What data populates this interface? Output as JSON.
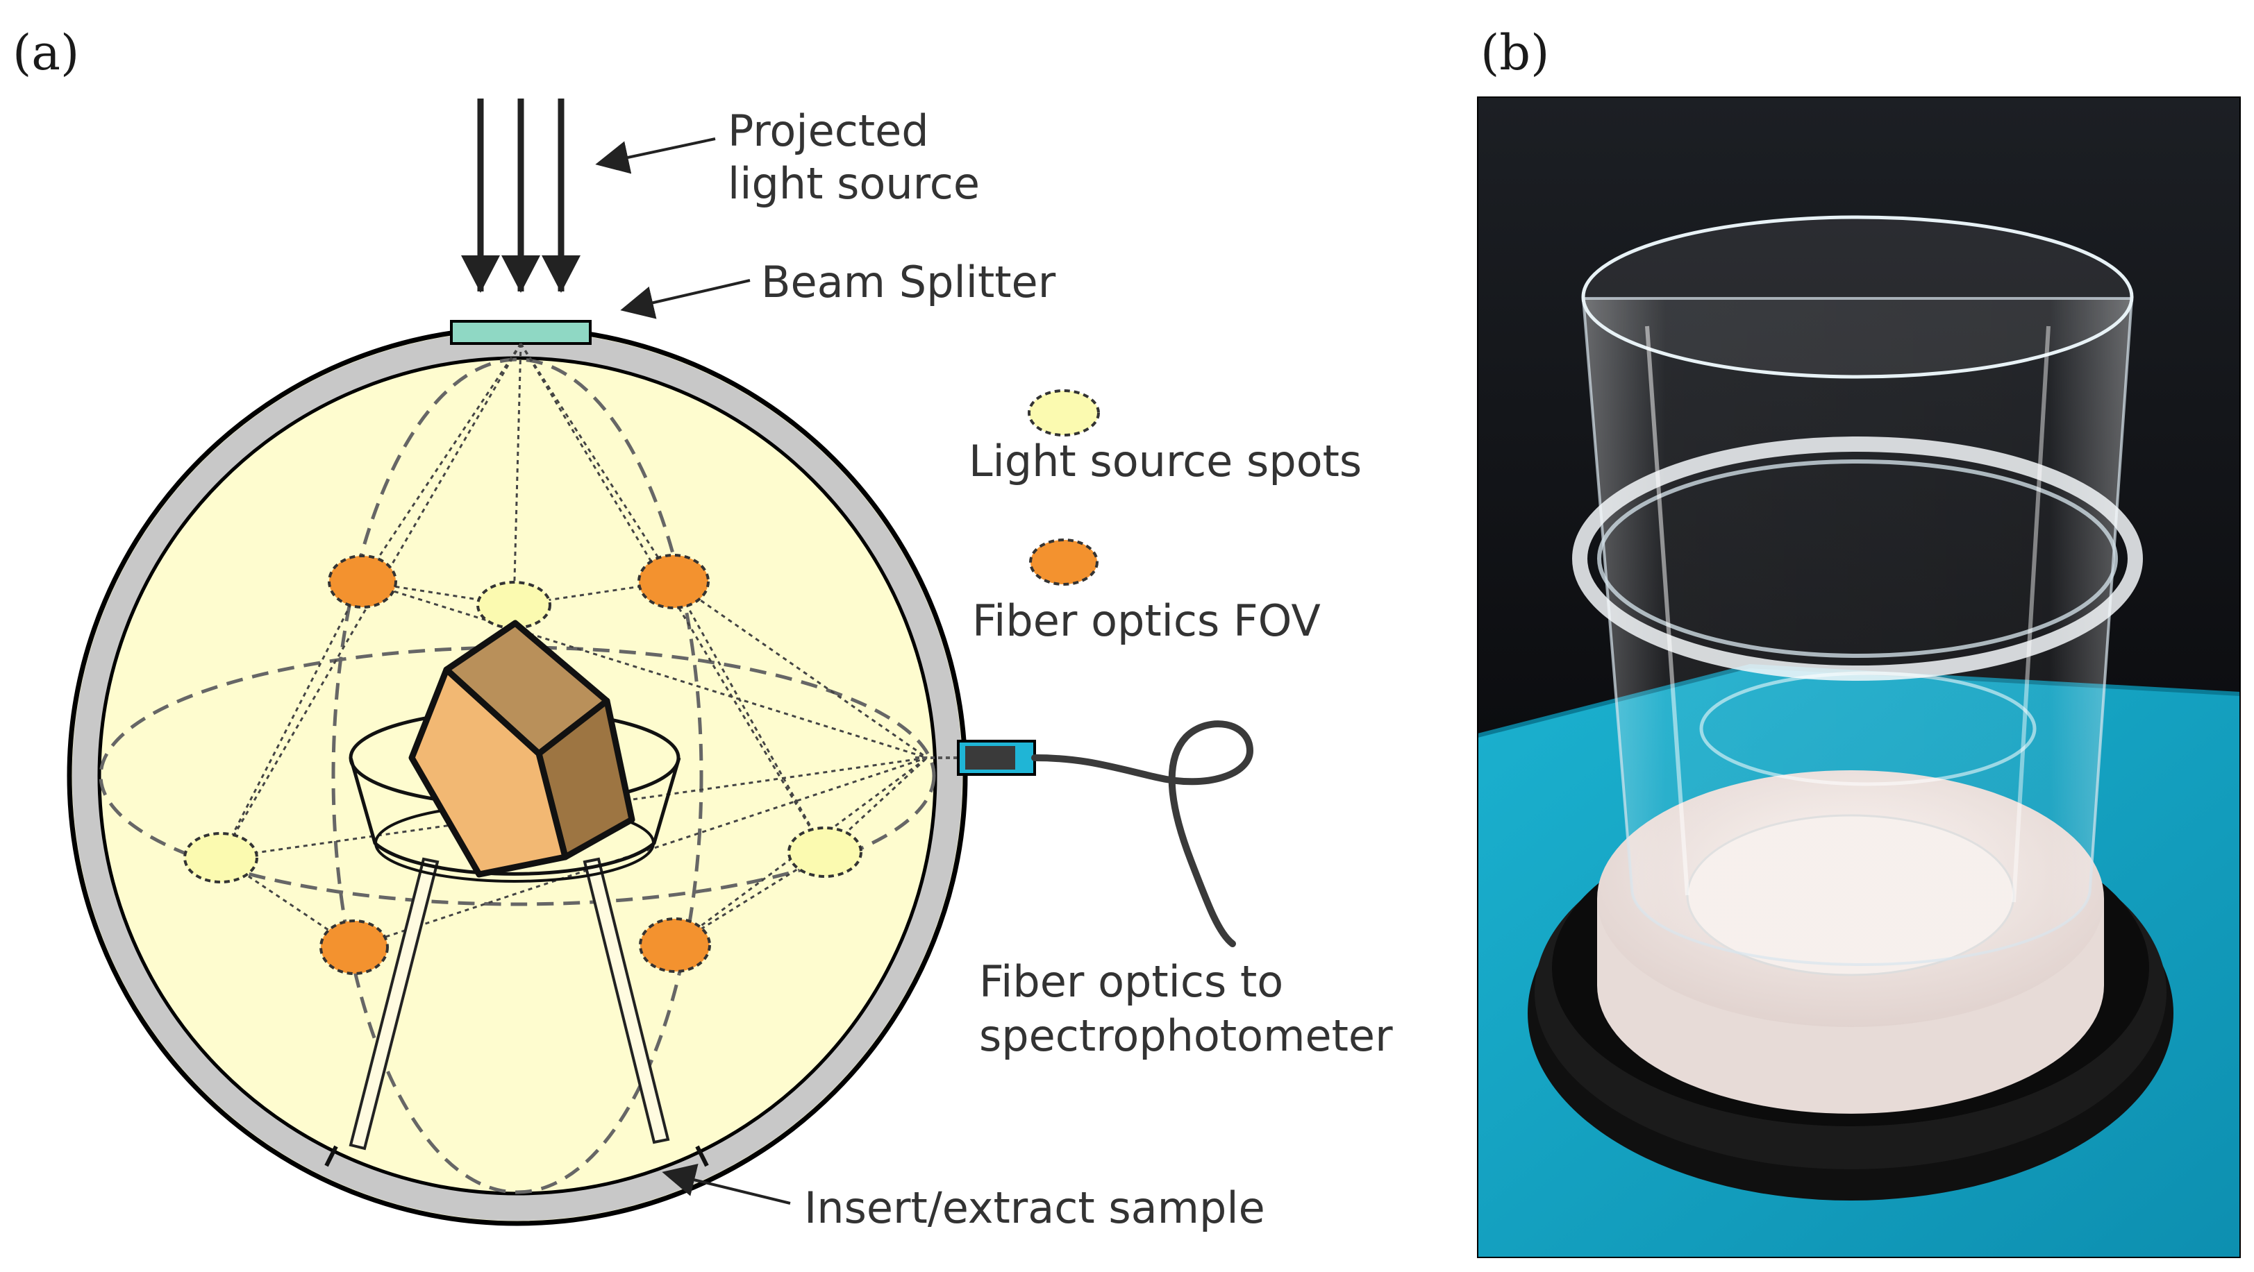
{
  "panel_a": {
    "label": "(a)",
    "annotations": {
      "projected_light_source": [
        "Projected",
        "light source"
      ],
      "beam_splitter": "Beam Splitter",
      "insert_extract_sample": "Insert/extract sample",
      "fiber_optics_to_spectrophotometer": [
        "Fiber optics to",
        "spectrophotometer"
      ]
    },
    "legend": [
      {
        "label": "Light source spots",
        "color": "#fbfab0"
      },
      {
        "label": "Fiber optics FOV",
        "color": "#f3922f"
      }
    ],
    "colors": {
      "sphere_interior": "#fefccf",
      "sphere_shell": "#c8c8c8",
      "beam_splitter": "#8fd8c4",
      "fiber_connector": "#1fb5d6",
      "sample_face": "#f2b873"
    }
  },
  "panel_b": {
    "label": "(b)",
    "photo_subject": "acrylic-cylinder-on-white-sphere-base",
    "colors": {
      "backdrop": "#0d0f12",
      "tablecloth": "#13a6c4",
      "base_ring": "#101010",
      "puck": "#efe6e2"
    }
  }
}
